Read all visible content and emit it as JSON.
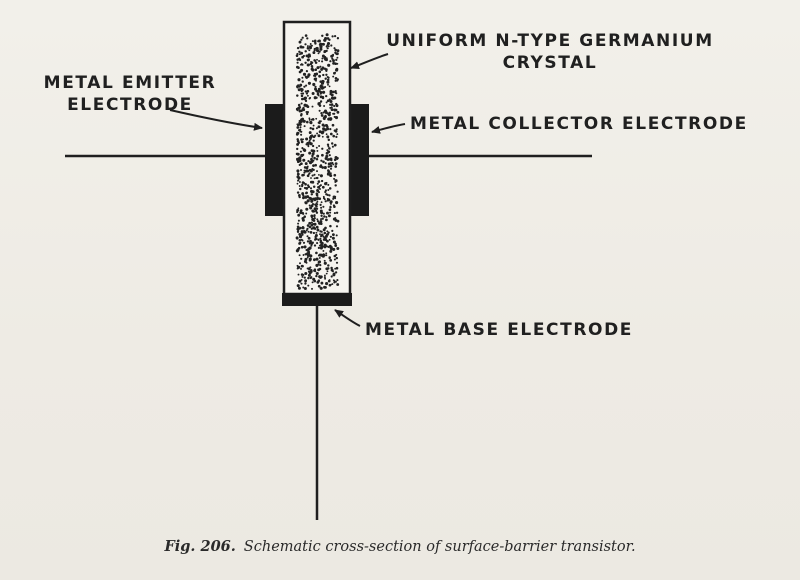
{
  "diagram": {
    "labels": {
      "crystal_line1": "UNIFORM N-TYPE GERMANIUM",
      "crystal_line2": "CRYSTAL",
      "emitter_line1": "METAL EMITTER",
      "emitter_line2": "ELECTRODE",
      "collector": "METAL COLLECTOR ELECTRODE",
      "base": "METAL BASE ELECTRODE"
    },
    "caption": {
      "figure": "Fig. 206.",
      "text": "Schematic cross-section of surface-barrier transistor."
    }
  }
}
